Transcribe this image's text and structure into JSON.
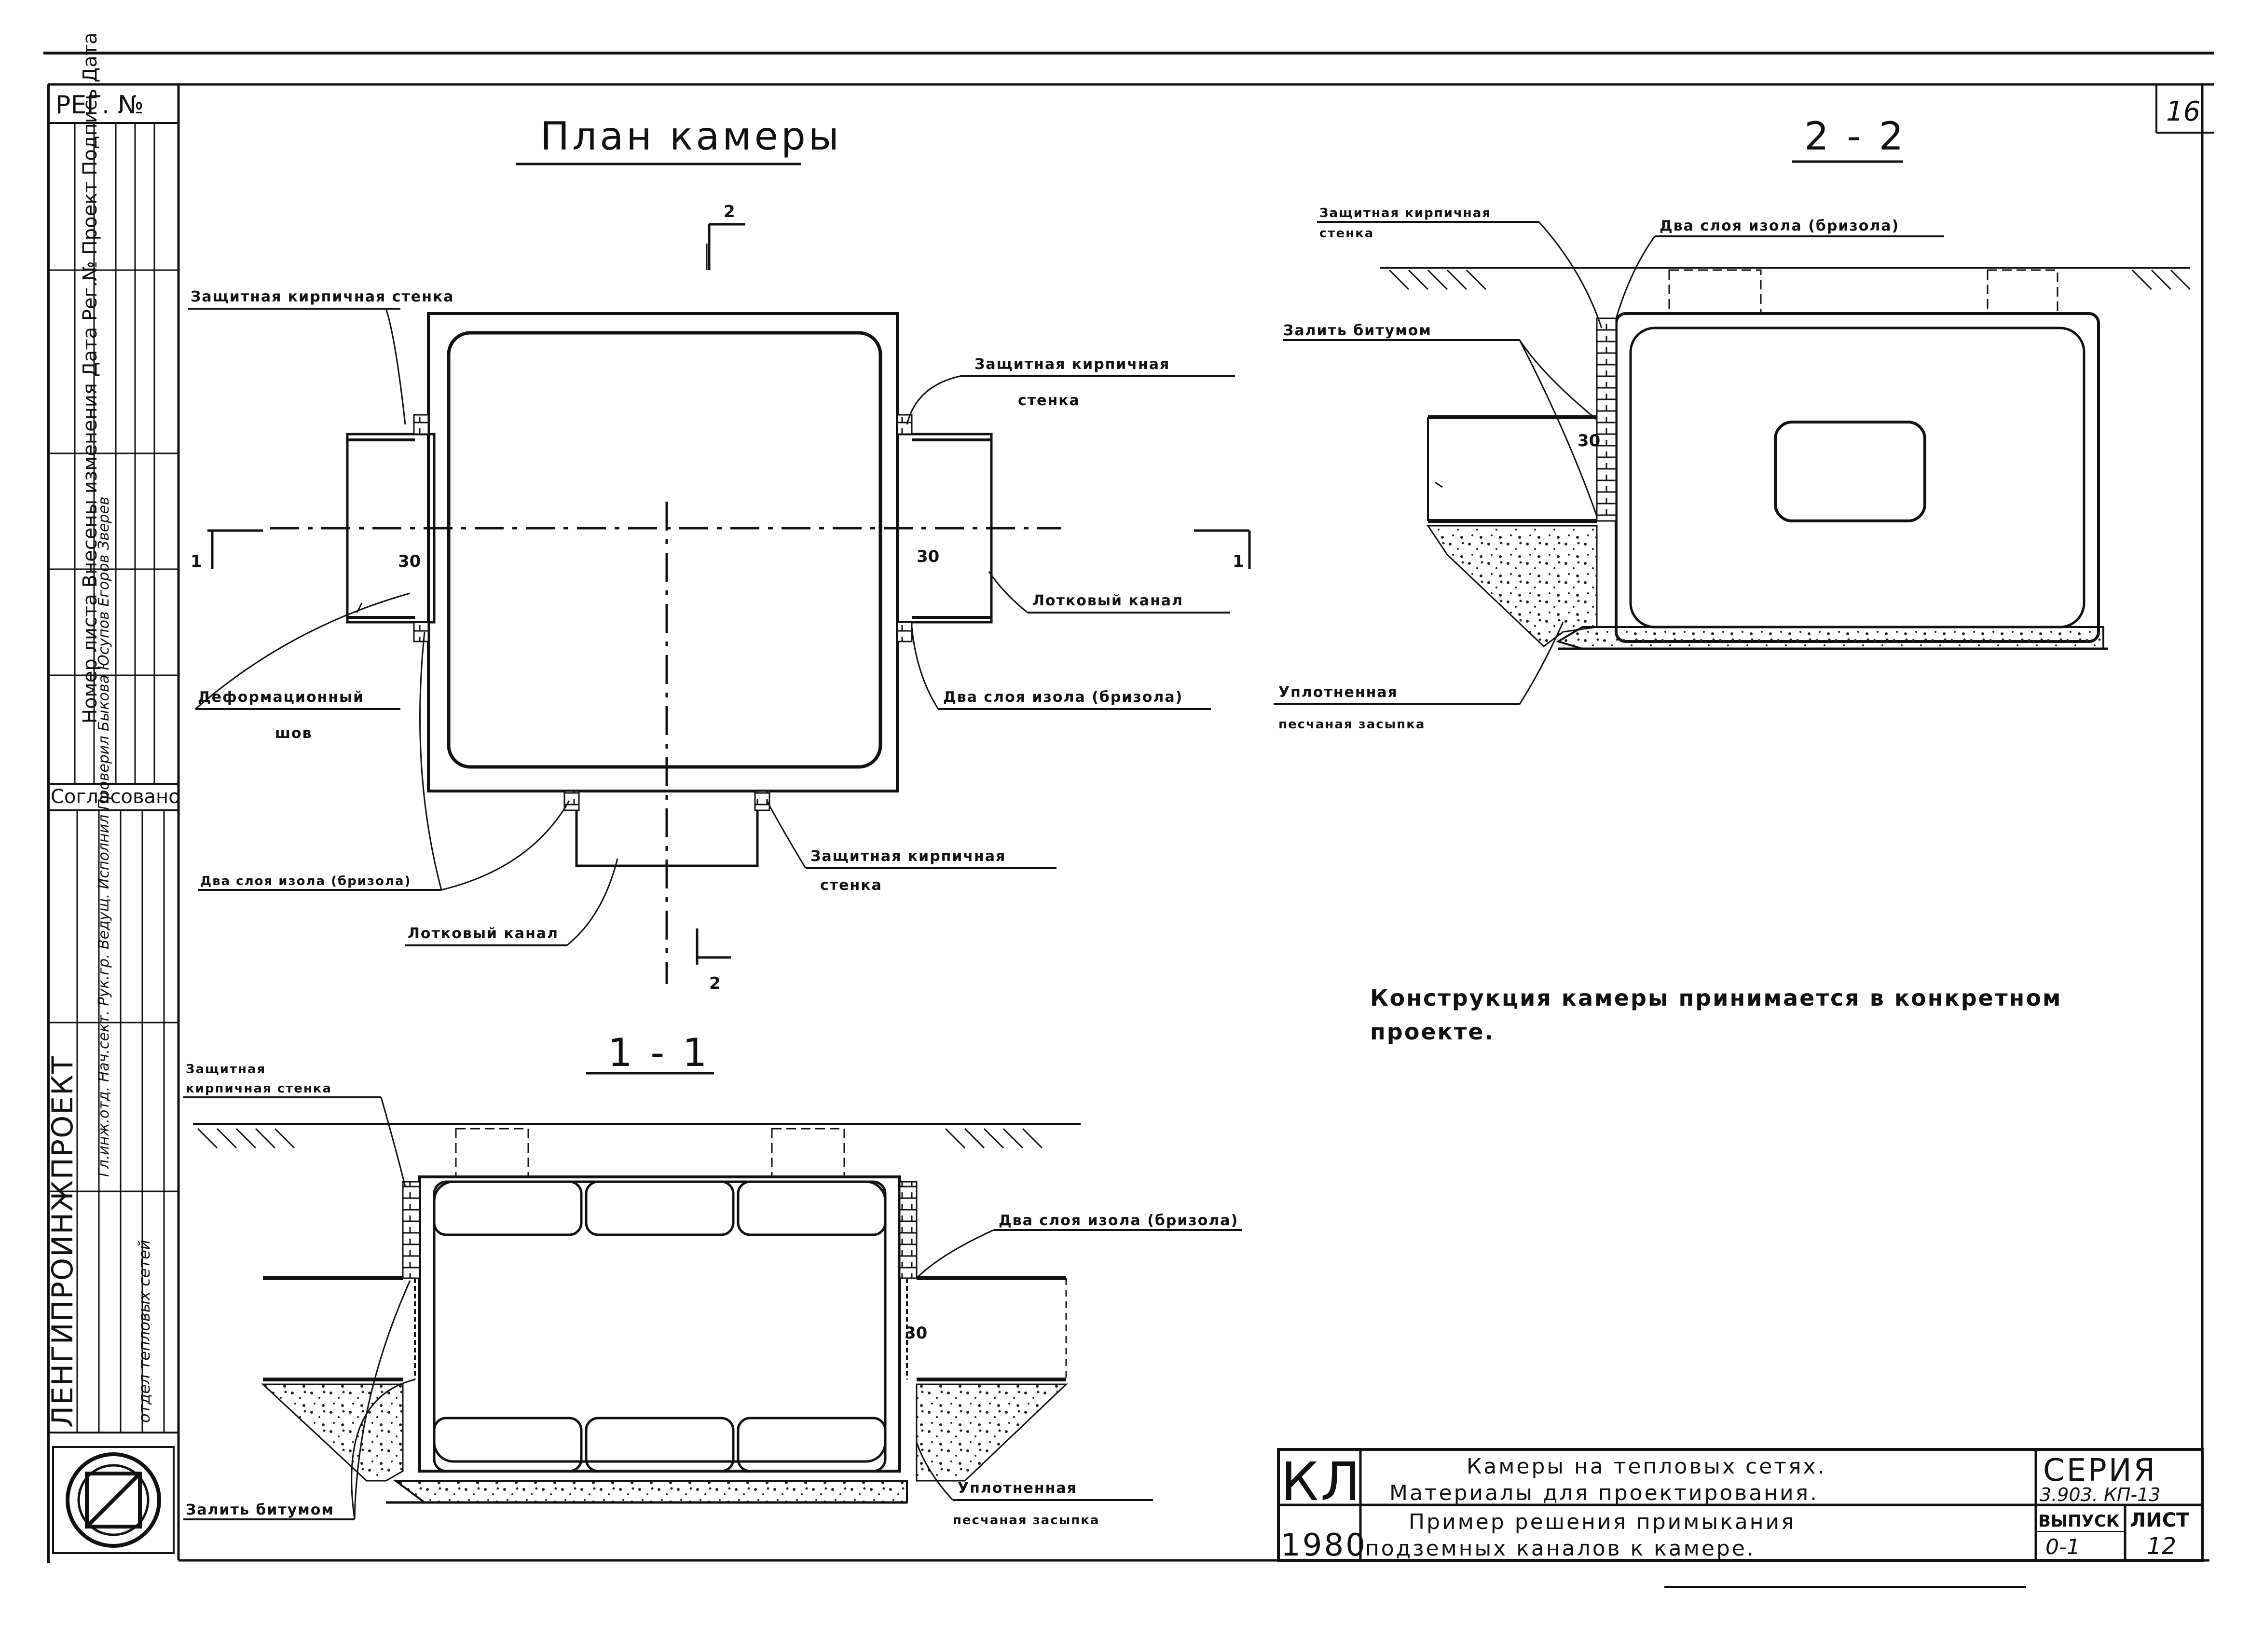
{
  "sheet": {
    "page_no": "16",
    "reg_no_label": "РЕГ. №",
    "left_strip": {
      "revisions_header": "Номер листа Внесены изменения Дата Рег.№ Проект Подпись Дата",
      "approved_label": "Согласовано",
      "org_name": "ЛЕНГИПРОИНЖПРОЕКТ",
      "dept_label": "отдел тепловых сетей",
      "signatures": "Гл.инж.отд. Нач.сект. Рук.гр. Ведущ. Исполнил Проверил Быкова Юсупов Егоров Зверев"
    },
    "plan": {
      "title": "План камеры",
      "cut_top": "2",
      "cut_bottom": "2",
      "cut_left": "1",
      "cut_right": "1",
      "dim_left": "30",
      "dim_right": "30",
      "label_brick_wall_tl": "Защитная кирпичная стенка",
      "label_brick_wall_tr_1": "Защитная кирпичная",
      "label_brick_wall_tr_2": "стенка",
      "label_tray_channel_r": "Лотковый канал",
      "label_two_layers_r": "Два слоя изола (бризола)",
      "label_expansion_joint_1": "Деформационный",
      "label_expansion_joint_2": "шов",
      "label_two_layers_l": "Два слоя изола (бризола)",
      "label_brick_wall_b_1": "Защитная кирпичная",
      "label_brick_wall_b_2": "стенка",
      "label_tray_channel_b": "Лотковый канал"
    },
    "section_2_2": {
      "title": "2 - 2",
      "label_brick_wall_1": "Защитная кирпичная",
      "label_brick_wall_2": "стенка",
      "label_two_layers": "Два слоя изола (бризола)",
      "label_bitumen": "Залить битумом",
      "dim": "30",
      "label_backfill_1": "Уплотненная",
      "label_backfill_2": "песчаная засыпка"
    },
    "section_1_1": {
      "title": "1 - 1",
      "label_brick_wall_1": "Защитная",
      "label_brick_wall_2": "кирпичная стенка",
      "label_two_layers": "Два слоя изола (бризола)",
      "dim": "30",
      "label_bitumen": "Залить битумом",
      "label_backfill_1": "Уплотненная",
      "label_backfill_2": "песчаная засыпка"
    },
    "note": {
      "line1": "Конструкция камеры принимается в конкретном",
      "line2": "проекте."
    },
    "title_block": {
      "code": "КЛ",
      "year": "1980",
      "title_line1": "Камеры на тепловых сетях.",
      "title_line2": "Материалы для проектирования.",
      "sub_line1": "Пример решения примыкания",
      "sub_line2": "подземных каналов к камере.",
      "series_label": "СЕРИЯ",
      "series_value": "3.903. КП-13",
      "issue_label": "ВЫПУСК",
      "issue_value": "0-1",
      "sheet_label": "ЛИСТ",
      "sheet_value": "12"
    }
  }
}
